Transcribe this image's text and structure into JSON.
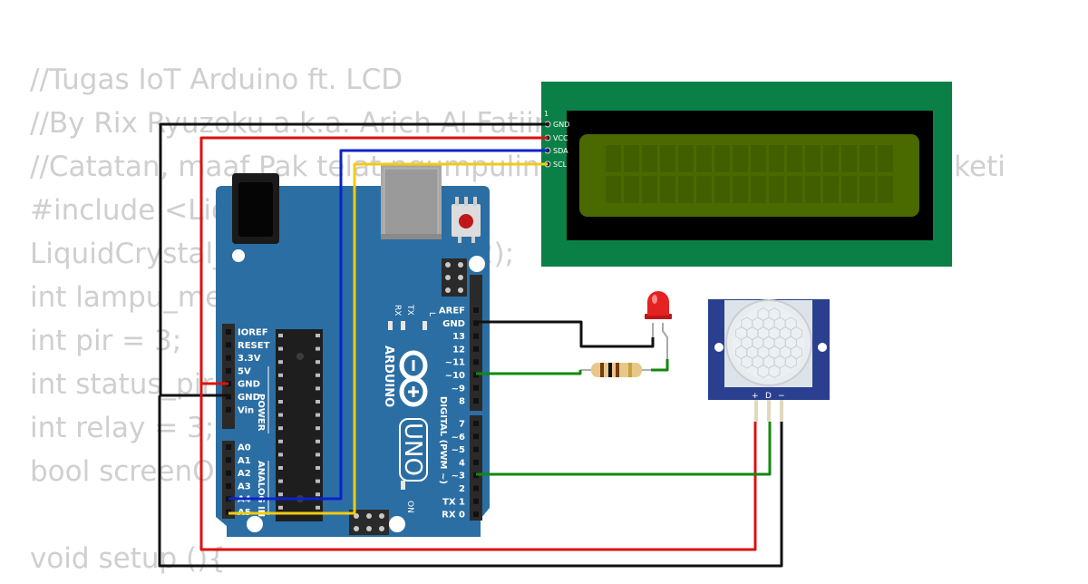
{
  "code_lines": [
    "//Tugas IoT Arduino ft. LCD",
    "//By Rix Ryuzoku a.k.a. Arich Al Fatiin",
    "//Catatan, maaf Pak telat ngumpulin karena baru sadar tugasnya keti",
    "#include <LiquidCrystal_I2C.h>",
    "LiquidCrystal_I2C lcd(0x27, 16, 2);",
    "int lampu_merah = 10;",
    "int pir = 3;",
    "int status_pir = 0;",
    "int relay = 3;",
    "bool screenOn = false;",
    "",
    "void setup (){"
  ],
  "lcd": {
    "pin_index": "1",
    "pins": [
      "GND",
      "VCC",
      "SDA",
      "SCL"
    ],
    "board_color": "#0b8046",
    "screen_color": "#4a6a00"
  },
  "arduino": {
    "brand": "ARDUINO",
    "model": "UNO",
    "power_header_label": "POWER",
    "analog_header_label": "ANALOG IN",
    "digital_header_label": "DIGITAL (PWM ~)",
    "power_pins": [
      "IOREF",
      "RESET",
      "3.3V",
      "5V",
      "GND",
      "GND",
      "Vin"
    ],
    "analog_pins": [
      "A0",
      "A1",
      "A2",
      "A3",
      "A4",
      "A5"
    ],
    "digital_top_pins": [
      "AREF",
      "GND",
      "13",
      "12",
      "~11",
      "~10",
      "~9",
      "8"
    ],
    "digital_bottom_pins": [
      "7",
      "~6",
      "~5",
      "4",
      "~3",
      "2",
      "TX 1",
      "RX 0"
    ],
    "led_labels": [
      "RX",
      "TX",
      "L",
      "ON"
    ],
    "board_color": "#2b6ea3"
  },
  "pir": {
    "pin_labels": [
      "+",
      "D",
      "−"
    ]
  },
  "wire_colors": {
    "black": "#111111",
    "red": "#dd1111",
    "blue": "#0a22cc",
    "yellow": "#f0cc10",
    "green": "#118811"
  }
}
